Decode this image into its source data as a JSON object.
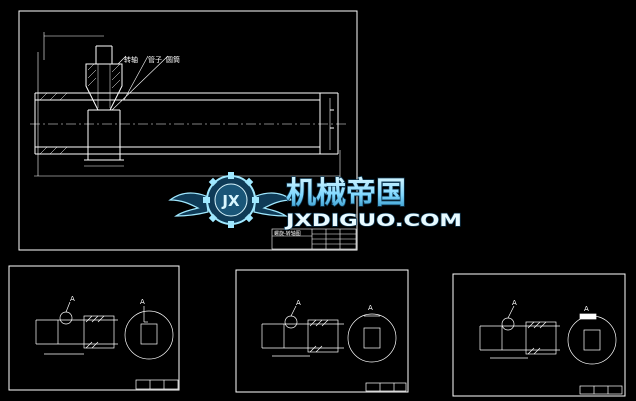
{
  "drawing_main": {
    "labels": {
      "part_a": "转轴",
      "part_b": "管子",
      "part_c": "圆筒"
    },
    "title_block": {
      "title": "螺旋-转轴图"
    }
  },
  "watermark": {
    "logo_letters": "JX",
    "title_cn": "机械帝国",
    "title_en": "JXDIGUO.COM"
  },
  "detail_marks": {
    "callout_letter": "A"
  },
  "colors": {
    "background": "#000000",
    "line": "#ffffff",
    "watermark_cyan": "#9fe8ff",
    "watermark_dark": "#0f3b57"
  }
}
